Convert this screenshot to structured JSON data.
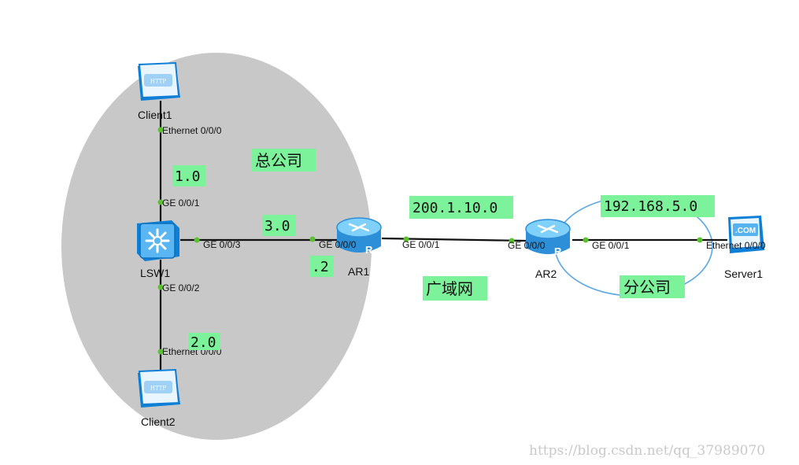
{
  "colors": {
    "zone_fill": "#c8c8c8",
    "label_bg": "#7cf39a",
    "link": "#111111",
    "branch_ring": "#5aa7e6",
    "port_dot": "#5ac22e"
  },
  "devices": {
    "client1": {
      "name": "Client1",
      "icon": "http-client-icon",
      "badge": "HTTP"
    },
    "client2": {
      "name": "Client2",
      "icon": "http-client-icon",
      "badge": "HTTP"
    },
    "lsw1": {
      "name": "LSW1",
      "icon": "switch-icon"
    },
    "ar1": {
      "name": "AR1",
      "icon": "router-icon"
    },
    "ar2": {
      "name": "AR2",
      "icon": "router-icon"
    },
    "server1": {
      "name": "Server1",
      "icon": "server-icon",
      "badge": ".COM"
    }
  },
  "ports": {
    "client1_eth": "Ethernet 0/0/0",
    "lsw1_g1": "GE 0/0/1",
    "lsw1_g3": "GE 0/0/3",
    "lsw1_g2": "GE 0/0/2",
    "client2_eth": "Ethernet 0/0/0",
    "ar1_g0": "GE 0/0/0",
    "ar1_g1": "GE 0/0/1",
    "ar2_g0": "GE 0/0/0",
    "ar2_g1": "GE 0/0/1",
    "server1_eth": "Ethernet 0/0/0"
  },
  "labels": {
    "hq": "总公司",
    "net1": "1.0",
    "net3": "3.0",
    "dot2": ".2",
    "net2": "2.0",
    "wan_net": "200.1.10.0",
    "wan": "广域网",
    "branch_net": "192.168.5.0",
    "branch": "分公司"
  },
  "watermark": "https://blog.csdn.net/qq_37989070"
}
